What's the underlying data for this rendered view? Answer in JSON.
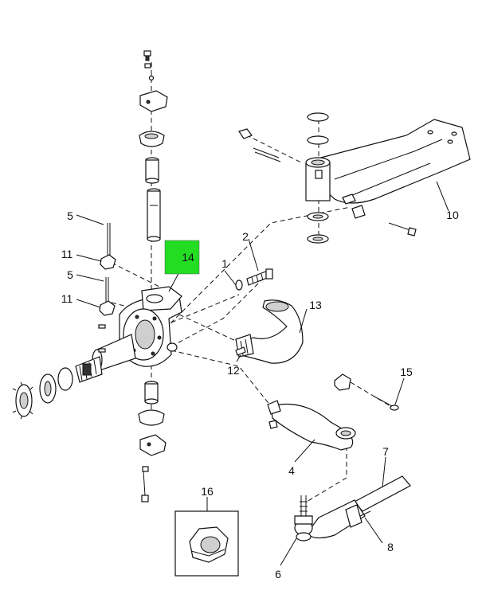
{
  "diagram": {
    "title": "Front axle steering knuckle exploded view",
    "highlight_color": "#22dd22",
    "highlighted_part": "14",
    "callouts": [
      "1",
      "4",
      "5",
      "5",
      "6",
      "7",
      "8",
      "10",
      "11",
      "11",
      "12",
      "13",
      "15",
      "16"
    ]
  }
}
